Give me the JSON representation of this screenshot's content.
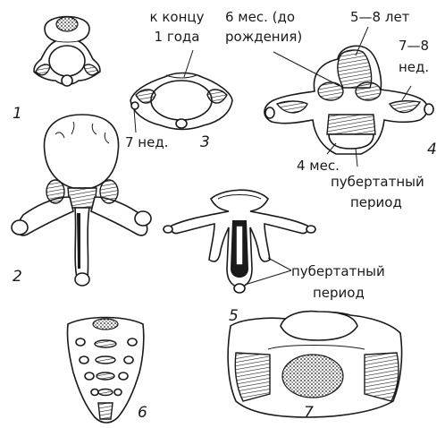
{
  "labels": {
    "k_kontsu": "к концу",
    "odin_goda": "1 года",
    "shest_mes": "6 мес. (до",
    "rozhdeniya": "рождения)",
    "pyat_vosem": "5—8 лет",
    "sem_vosem": "7—8",
    "ned_right": "нед.",
    "sem_ned": "7 нед.",
    "chetyre_mes": "4 мес.",
    "pubertat_1a": "пубертатный",
    "pubertat_1b": "период",
    "pubertat_2a": "пубертатный",
    "pubertat_2b": "период"
  },
  "figure_numbers": {
    "n1": "1",
    "n2": "2",
    "n3": "3",
    "n4": "4",
    "n5": "5",
    "n6": "6",
    "n7": "7"
  },
  "colors": {
    "ink": "#1a1a1a",
    "paper": "#ffffff"
  }
}
